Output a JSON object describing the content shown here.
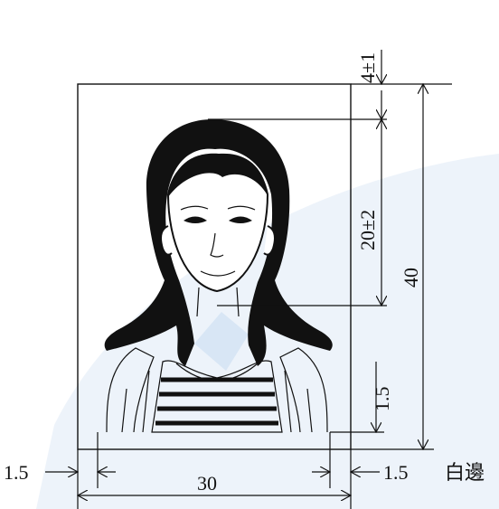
{
  "dimensions": {
    "top_margin": "4±1",
    "head_height": "20±2",
    "total_height": "40",
    "bottom_margin": "1.5",
    "left_border": "1.5",
    "width": "30",
    "right_border": "1.5",
    "border_label": "白邊"
  },
  "colors": {
    "watermark": "#e6eef8",
    "ink": "#111111"
  }
}
